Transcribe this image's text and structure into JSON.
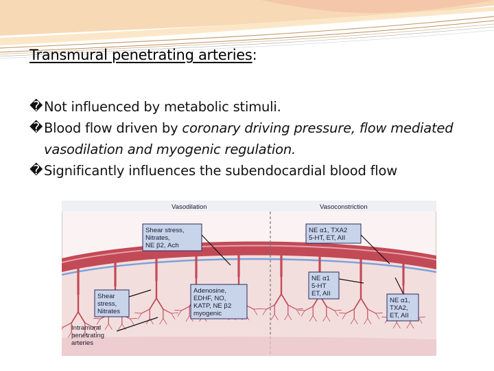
{
  "slide": {
    "title_main": "Transmural penetrating arteries",
    "title_colon": ":",
    "bullet_mark": "�",
    "bullets": [
      {
        "parts": [
          {
            "text": "Not influenced by metabolic stimuli.",
            "italic": false
          }
        ]
      },
      {
        "parts": [
          {
            "text": "Blood flow driven by ",
            "italic": false
          },
          {
            "text": "coronary driving pressure, flow mediated vasodilation and myogenic regulation.",
            "italic": true
          }
        ]
      },
      {
        "parts": [
          {
            "text": "Significantly influences the subendocardial blood flow",
            "italic": false
          }
        ]
      }
    ]
  },
  "diagram": {
    "header_left": "Vasodilation",
    "header_right": "Vasoconstriction",
    "box_shear_top": [
      "Shear stress,",
      "Nitrates,",
      "NE β2, Ach"
    ],
    "box_adenosine": [
      "Adenosine,",
      "EDHF, NO,",
      "KATP, NE β2",
      "myogenic"
    ],
    "box_shear_side": [
      "Shear",
      "stress,",
      "Nitrates"
    ],
    "label_intramural": [
      "Intramural",
      "penetrating",
      "arteries"
    ],
    "box_ne_top": [
      "NE α1, TXA2",
      "5-HT, ET, AII"
    ],
    "box_ne_mid": [
      "NE α1",
      "5-HT",
      "ET, AII"
    ],
    "box_ne_right": [
      "NE α1,",
      "TXA2,",
      "ET, AII"
    ],
    "colors": {
      "vessel": "#c24a56",
      "vessel_dark": "#8e2430",
      "tissue": "#f3dede",
      "label_box": "#c8d4ea",
      "label_box_border": "#2a2a60"
    }
  }
}
